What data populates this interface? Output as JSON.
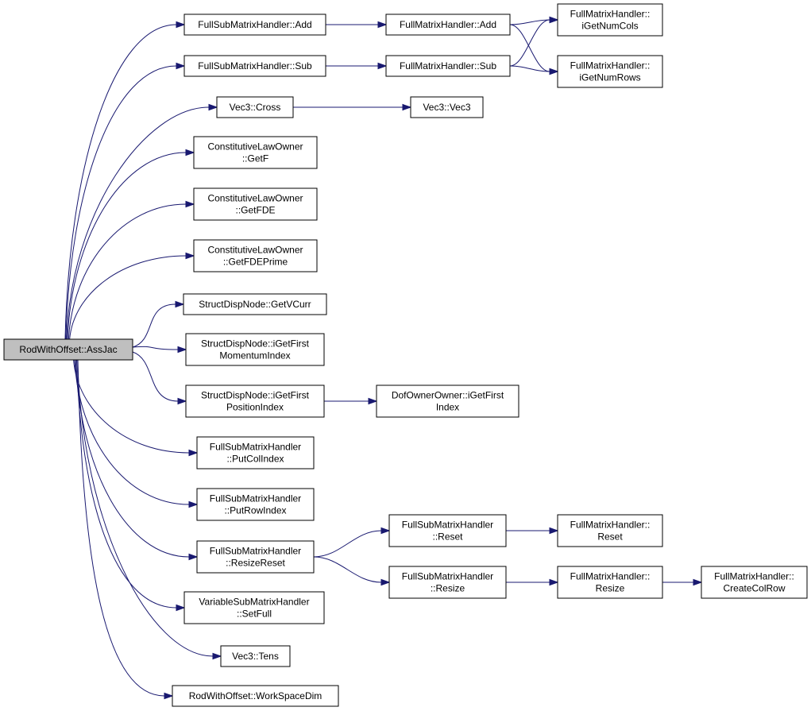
{
  "graph": {
    "edge_color": "#191970",
    "root_fill": "#bfbfbf",
    "nodes": [
      {
        "id": "root",
        "lines": [
          "RodWithOffset::AssJac"
        ],
        "root": true
      },
      {
        "id": "fsm_add",
        "lines": [
          "FullSubMatrixHandler::Add"
        ]
      },
      {
        "id": "fsm_sub",
        "lines": [
          "FullSubMatrixHandler::Sub"
        ]
      },
      {
        "id": "vec3_cross",
        "lines": [
          "Vec3::Cross"
        ]
      },
      {
        "id": "clo_getf",
        "lines": [
          "ConstitutiveLawOwner",
          "::GetF"
        ]
      },
      {
        "id": "clo_getfde",
        "lines": [
          "ConstitutiveLawOwner",
          "::GetFDE"
        ]
      },
      {
        "id": "clo_getfdeprime",
        "lines": [
          "ConstitutiveLawOwner",
          "::GetFDEPrime"
        ]
      },
      {
        "id": "sdn_getvcurr",
        "lines": [
          "StructDispNode::GetVCurr"
        ]
      },
      {
        "id": "sdn_momentum",
        "lines": [
          "StructDispNode::iGetFirst",
          "MomentumIndex"
        ]
      },
      {
        "id": "sdn_position",
        "lines": [
          "StructDispNode::iGetFirst",
          "PositionIndex"
        ]
      },
      {
        "id": "fsm_putcol",
        "lines": [
          "FullSubMatrixHandler",
          "::PutColIndex"
        ]
      },
      {
        "id": "fsm_putrow",
        "lines": [
          "FullSubMatrixHandler",
          "::PutRowIndex"
        ]
      },
      {
        "id": "fsm_resizereset",
        "lines": [
          "FullSubMatrixHandler",
          "::ResizeReset"
        ]
      },
      {
        "id": "vsm_setfull",
        "lines": [
          "VariableSubMatrixHandler",
          "::SetFull"
        ]
      },
      {
        "id": "vec3_tens",
        "lines": [
          "Vec3::Tens"
        ]
      },
      {
        "id": "rwo_workspacedim",
        "lines": [
          "RodWithOffset::WorkSpaceDim"
        ]
      },
      {
        "id": "fm_add",
        "lines": [
          "FullMatrixHandler::Add"
        ]
      },
      {
        "id": "fm_sub",
        "lines": [
          "FullMatrixHandler::Sub"
        ]
      },
      {
        "id": "vec3_vec3",
        "lines": [
          "Vec3::Vec3"
        ]
      },
      {
        "id": "doo_index",
        "lines": [
          "DofOwnerOwner::iGetFirst",
          "Index"
        ]
      },
      {
        "id": "fsm_reset",
        "lines": [
          "FullSubMatrixHandler",
          "::Reset"
        ]
      },
      {
        "id": "fsm_resize",
        "lines": [
          "FullSubMatrixHandler",
          "::Resize"
        ]
      },
      {
        "id": "fm_numcols",
        "lines": [
          "FullMatrixHandler::",
          "iGetNumCols"
        ]
      },
      {
        "id": "fm_numrows",
        "lines": [
          "FullMatrixHandler::",
          "iGetNumRows"
        ]
      },
      {
        "id": "fm_reset",
        "lines": [
          "FullMatrixHandler::",
          "Reset"
        ]
      },
      {
        "id": "fm_resize",
        "lines": [
          "FullMatrixHandler::",
          "Resize"
        ]
      },
      {
        "id": "fm_createcolrow",
        "lines": [
          "FullMatrixHandler::",
          "CreateColRow"
        ]
      }
    ],
    "edges": [
      {
        "from": "root",
        "to": "fsm_add"
      },
      {
        "from": "root",
        "to": "fsm_sub"
      },
      {
        "from": "root",
        "to": "vec3_cross"
      },
      {
        "from": "root",
        "to": "clo_getf"
      },
      {
        "from": "root",
        "to": "clo_getfde"
      },
      {
        "from": "root",
        "to": "clo_getfdeprime"
      },
      {
        "from": "root",
        "to": "sdn_getvcurr"
      },
      {
        "from": "root",
        "to": "sdn_momentum"
      },
      {
        "from": "root",
        "to": "sdn_position"
      },
      {
        "from": "root",
        "to": "fsm_putcol"
      },
      {
        "from": "root",
        "to": "fsm_putrow"
      },
      {
        "from": "root",
        "to": "fsm_resizereset"
      },
      {
        "from": "root",
        "to": "vsm_setfull"
      },
      {
        "from": "root",
        "to": "vec3_tens"
      },
      {
        "from": "root",
        "to": "rwo_workspacedim"
      },
      {
        "from": "fsm_add",
        "to": "fm_add"
      },
      {
        "from": "fsm_sub",
        "to": "fm_sub"
      },
      {
        "from": "fm_add",
        "to": "fm_numcols"
      },
      {
        "from": "fm_add",
        "to": "fm_numrows"
      },
      {
        "from": "fm_sub",
        "to": "fm_numcols"
      },
      {
        "from": "fm_sub",
        "to": "fm_numrows"
      },
      {
        "from": "vec3_cross",
        "to": "vec3_vec3"
      },
      {
        "from": "sdn_position",
        "to": "doo_index"
      },
      {
        "from": "fsm_resizereset",
        "to": "fsm_reset"
      },
      {
        "from": "fsm_resizereset",
        "to": "fsm_resize"
      },
      {
        "from": "fsm_reset",
        "to": "fm_reset"
      },
      {
        "from": "fsm_resize",
        "to": "fm_resize"
      },
      {
        "from": "fm_resize",
        "to": "fm_createcolrow"
      }
    ]
  }
}
